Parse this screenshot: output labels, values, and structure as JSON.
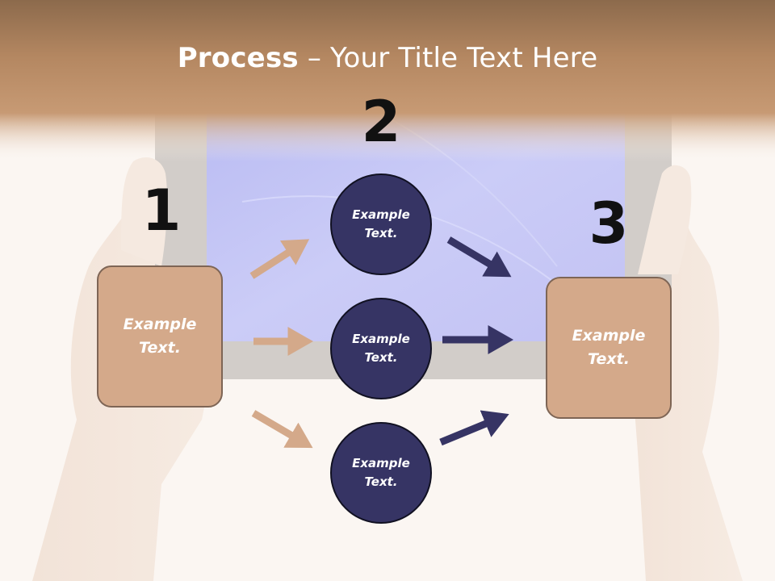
{
  "title": {
    "strong": "Process",
    "rest": " – Your Title Text Here"
  },
  "steps": [
    {
      "number": "1",
      "text": "Example\nText."
    },
    {
      "number": "2",
      "text": "Example\nText."
    },
    {
      "number": "3",
      "text": "Example\nText."
    }
  ],
  "circles": [
    {
      "text": "Example\nText."
    },
    {
      "text": "Example\nText."
    },
    {
      "text": "Example\nText."
    }
  ],
  "colors": {
    "header": "#b58a63",
    "box_fill": "#d4a98a",
    "box_border": "#7e6555",
    "circle_fill": "#363464",
    "arrow_tan": "#d4a98a",
    "arrow_navy": "#363464",
    "screen": "#c5c6f5"
  },
  "background_icons": [
    "tablet-image",
    "left-hand-image",
    "right-hand-image"
  ]
}
